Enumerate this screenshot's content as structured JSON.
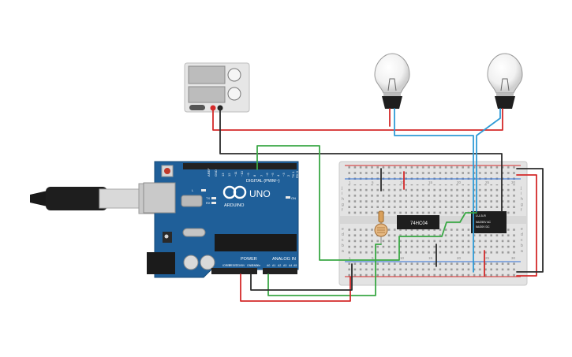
{
  "arduino": {
    "brand": "ARDUINO",
    "model": "UNO",
    "digital_label": "DIGITAL (PWM~)",
    "power_label": "POWER",
    "analog_label": "ANALOG IN",
    "led_on": "ON",
    "led_tx": "TX",
    "led_rx": "RX",
    "led_l": "L",
    "header_pins": [
      "AREF",
      "GND",
      "13",
      "12",
      "~11",
      "~10",
      "~9",
      "8",
      "7",
      "~6",
      "~5",
      "4",
      "~3",
      "2",
      "TX 1",
      "RX 0"
    ],
    "power_pins": [
      "IOREF",
      "RESET",
      "3.3V",
      "5V",
      "GND",
      "GND",
      "Vin"
    ],
    "analog_pins": [
      "A0",
      "A1",
      "A2",
      "A3",
      "A4",
      "A5"
    ]
  },
  "breadboard": {
    "row_letters_top": [
      "j",
      "i",
      "h",
      "g",
      "f"
    ],
    "row_letters_bottom": [
      "e",
      "d",
      "c",
      "b",
      "a"
    ],
    "col_numbers": [
      "1",
      "5",
      "10",
      "15",
      "20",
      "25",
      "30"
    ]
  },
  "ic": {
    "label": "74HC04"
  },
  "relay": {
    "label": "LU-5-R",
    "line1": "5A/250V AC",
    "line2": "5A/30V DC"
  },
  "wire_colors": {
    "red": "#d42a2a",
    "black": "#2b2b2b",
    "green": "#3aa845",
    "blue": "#2f9bd6"
  }
}
